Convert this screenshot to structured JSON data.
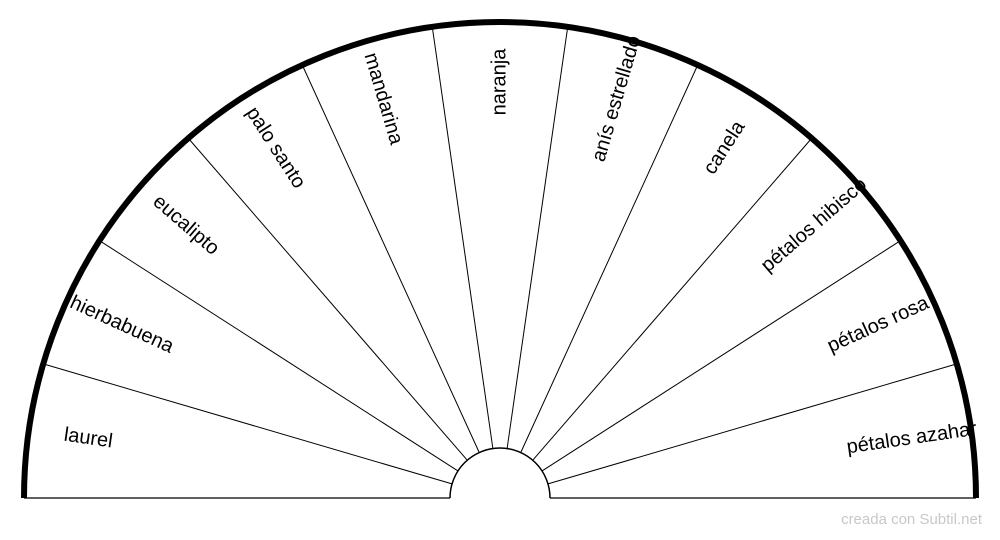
{
  "chart_data": {
    "type": "pie",
    "segments": [
      "laurel",
      "hierbabuena",
      "eucalipto",
      "palo santo",
      "mandarina",
      "naranja",
      "anís estrellado",
      "canela",
      "pétalos hibisco",
      "pétalos rosa",
      "pétalos azahar"
    ]
  },
  "colors": {
    "line": "#000000",
    "watermark": "#c8c8c8"
  },
  "watermark": "creada con Subtil.net"
}
